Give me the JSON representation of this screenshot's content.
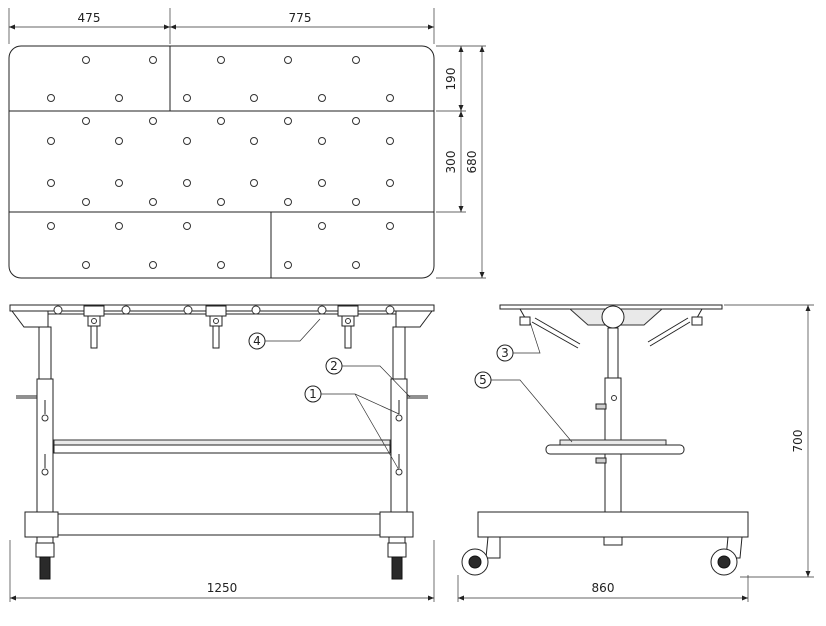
{
  "dimensions": {
    "top_left_width": "475",
    "top_right_width": "775",
    "row1_height": "190",
    "row2_height": "300",
    "total_depth": "680",
    "front_width": "1250",
    "side_depth": "860",
    "height": "700"
  },
  "callouts": [
    "1",
    "2",
    "3",
    "4",
    "5"
  ]
}
